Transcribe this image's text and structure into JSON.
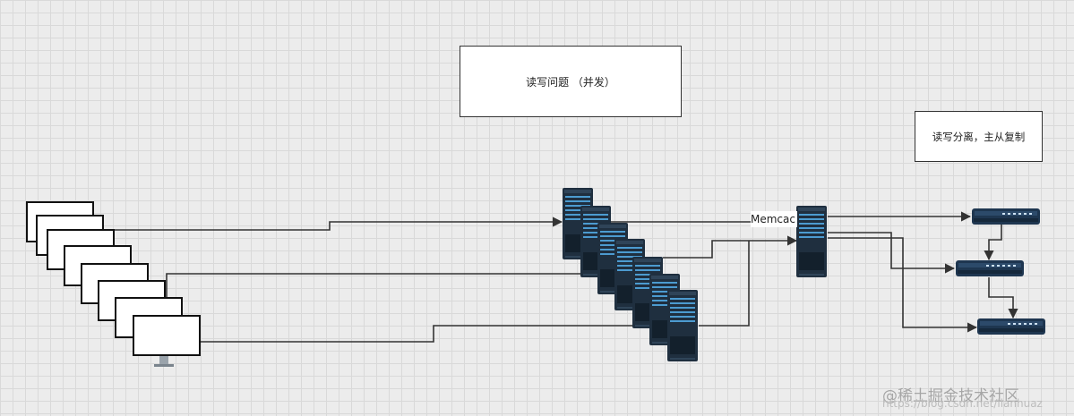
{
  "notes": {
    "read_write": "读写问题 （并发）",
    "split": "读写分离，主从复制"
  },
  "labels": {
    "memcache": "Memcac"
  },
  "watermark": {
    "site": "@稀土掘金技术社区",
    "url": "https://blog.csdn.net/lianhuaz"
  },
  "colors": {
    "line": "#333333",
    "server_dark": "#1f2f3f",
    "server_accent": "#4c9bd0",
    "switch_body": "#1e3650"
  },
  "icons": {
    "client": "monitor-icon",
    "server": "server-icon",
    "cache": "server-icon",
    "database": "switch-icon"
  }
}
